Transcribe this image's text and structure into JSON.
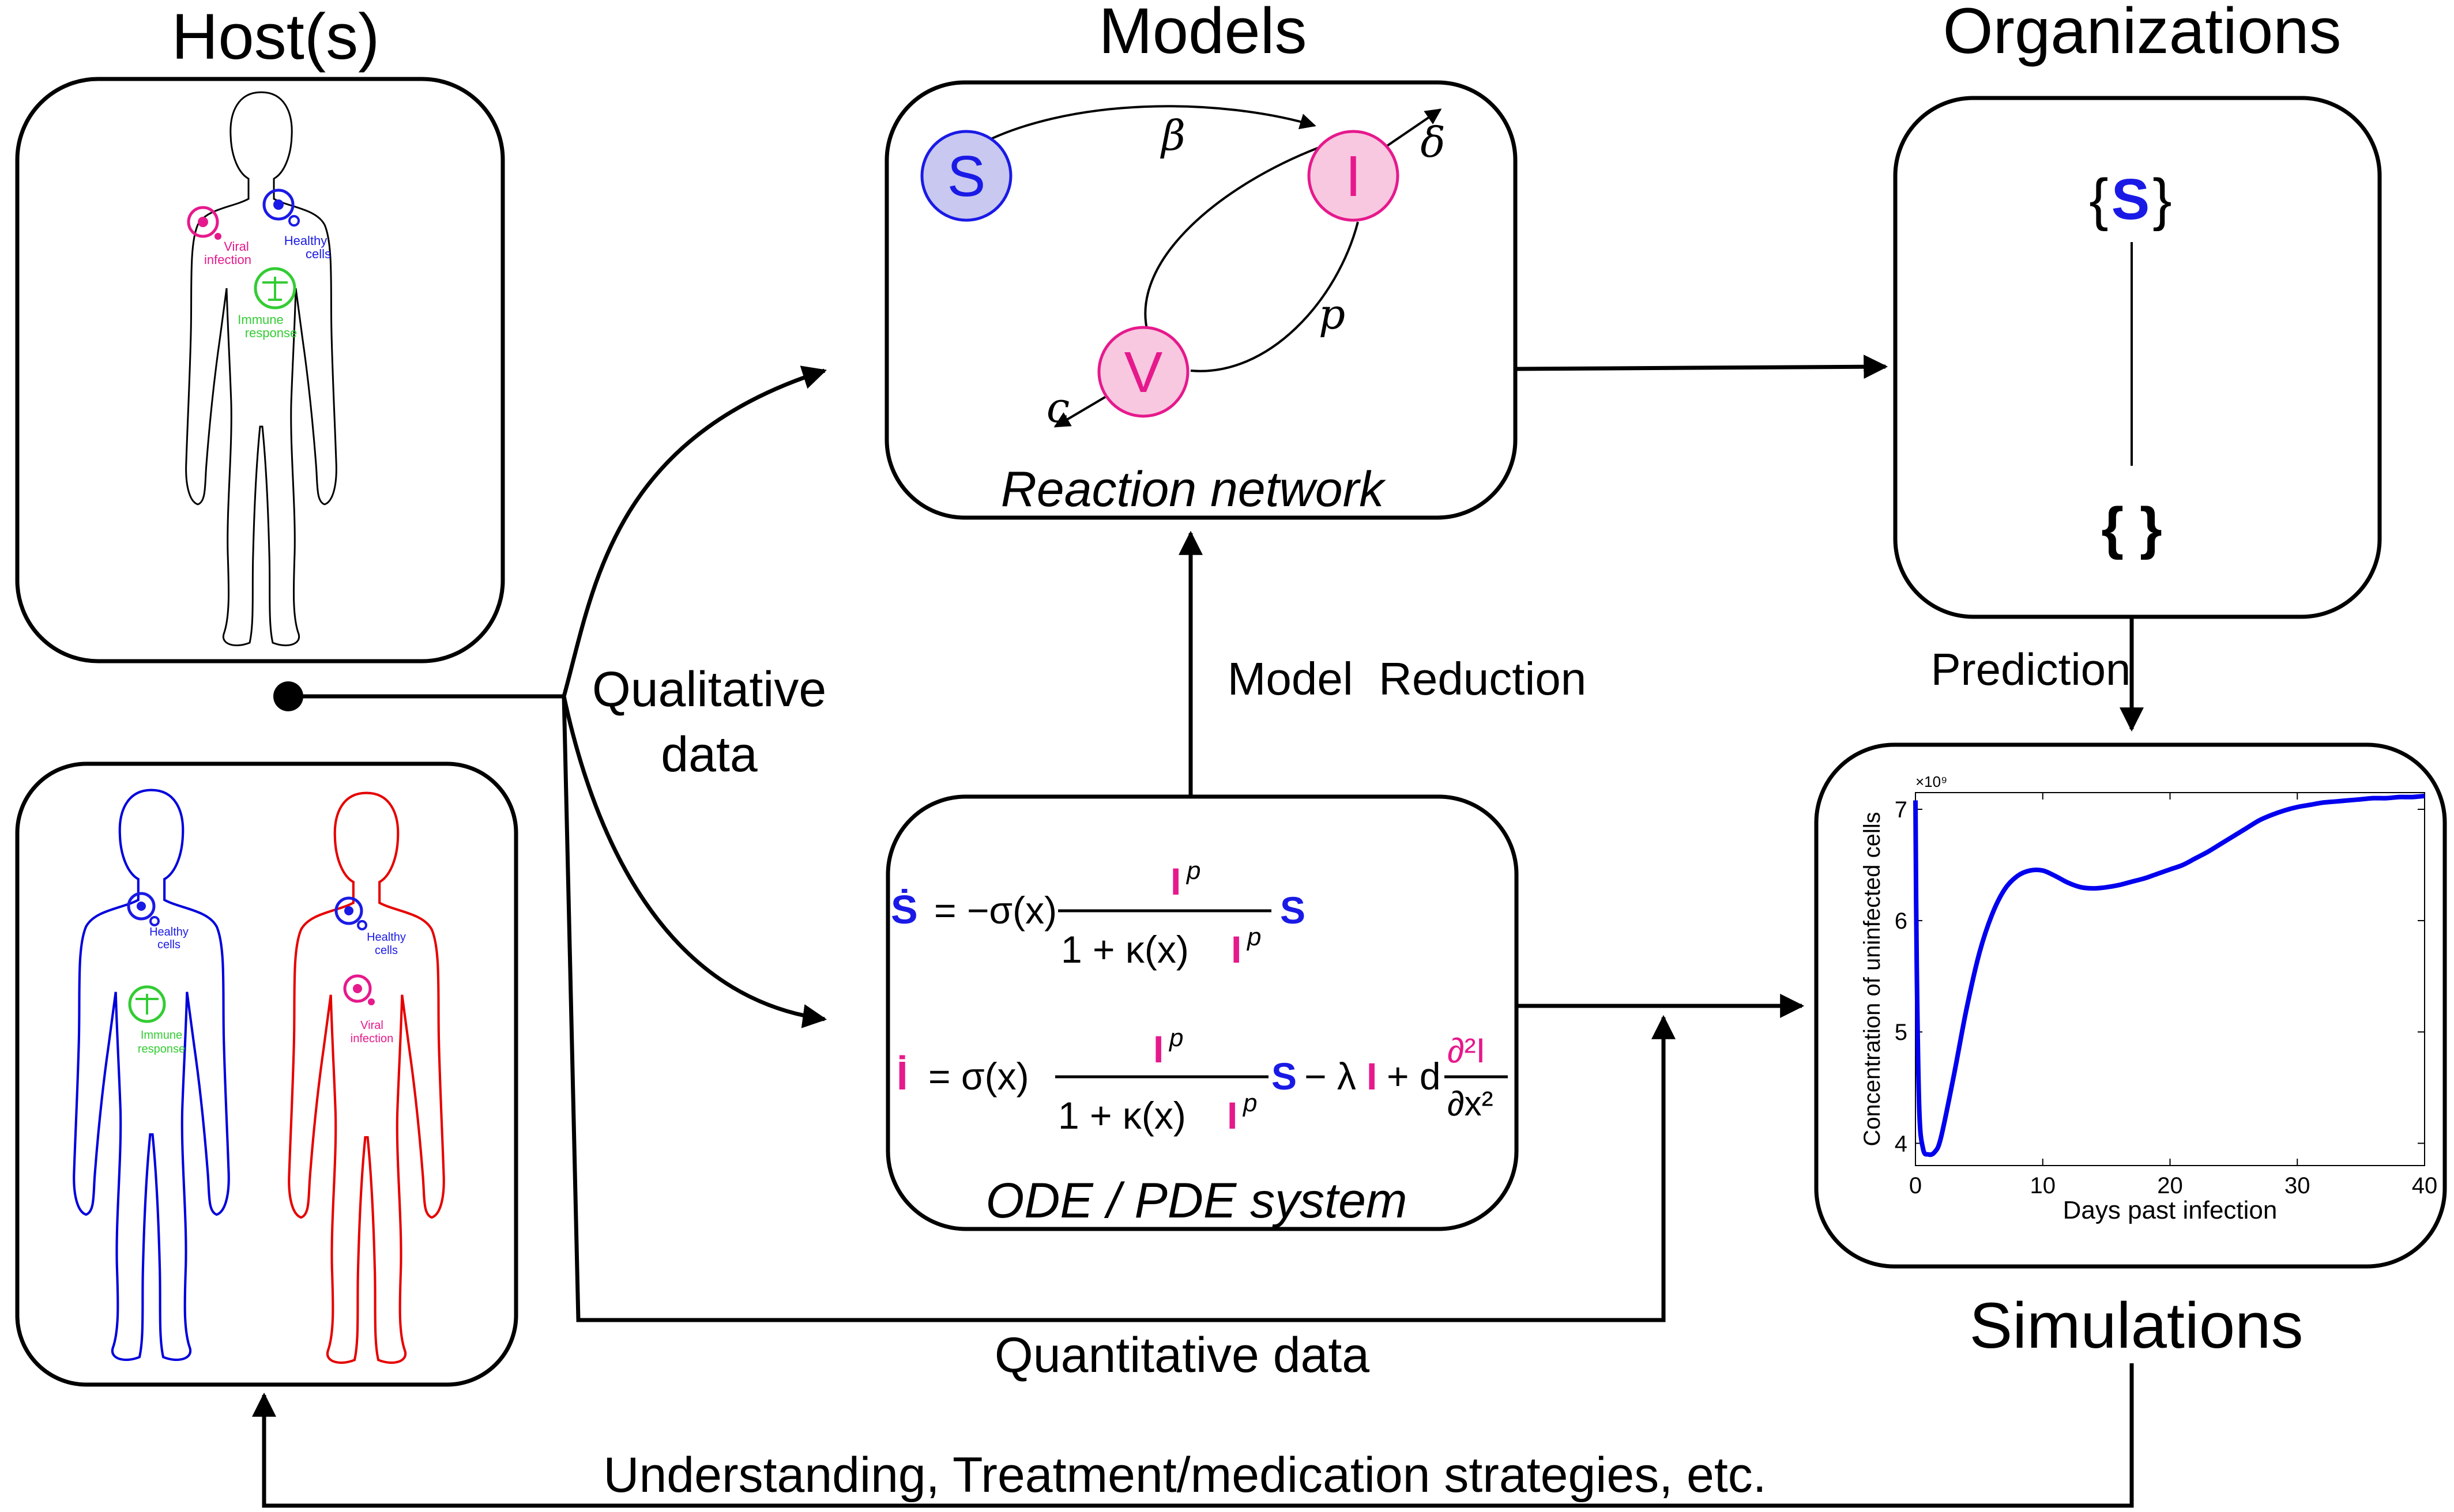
{
  "headings": {
    "hosts": "Host(s)",
    "models": "Models",
    "organizations": "Organizations",
    "simulations": "Simulations"
  },
  "host_labels": {
    "viral_infection": [
      "Viral",
      "infection"
    ],
    "healthy_cells": [
      "Healthy",
      "cells"
    ],
    "immune_response": [
      "Immune",
      "response"
    ]
  },
  "reaction_network": {
    "caption": "Reaction network",
    "nodes": {
      "s": "S",
      "i": "I",
      "v": "V"
    },
    "rates": {
      "beta": "β",
      "delta": "δ",
      "p": "p",
      "c": "c"
    }
  },
  "ode_system": {
    "caption": "ODE / PDE system",
    "eq1": {
      "lhs": "Ṡ",
      "rhs_prefix": "= −σ(x)",
      "num": "I",
      "num_sup": "p",
      "den_prefix": "1 + κ(x)",
      "den_var": "I",
      "den_sup": "p",
      "tail": "S"
    },
    "eq2": {
      "lhs": "İ",
      "rhs_prefix": "= σ(x)",
      "num": "I",
      "num_sup": "p",
      "den_prefix": "1 + κ(x)",
      "den_var": "I",
      "den_sup": "p",
      "tail_s": "S",
      "tail_mid": "− λ",
      "tail_i": "I",
      "tail_plus": "+ d",
      "pde_num": "∂²I",
      "pde_den": "∂x²"
    }
  },
  "organizations": {
    "top": [
      "{",
      "S",
      "}"
    ],
    "bottom": "{ }"
  },
  "flow_labels": {
    "qualitative": [
      "Qualitative",
      "data"
    ],
    "model_reduction": "Model  Reduction",
    "prediction": "Prediction",
    "quantitative": "Quantitative data",
    "feedback": "Understanding, Treatment/medication strategies, etc."
  },
  "colors": {
    "susceptible": "#1a1ae6",
    "infected": "#e6198c",
    "immune": "#33cc33",
    "host_red": "#e60000",
    "host_blue": "#0000dd"
  },
  "chart_data": {
    "type": "line",
    "xlabel": "Days past infection",
    "ylabel": "Concentration of uninfected cells",
    "exponent": "×10⁹",
    "xlim": [
      0,
      40
    ],
    "ylim": [
      3.8,
      7.15
    ],
    "xticks": [
      "0",
      "10",
      "20",
      "30",
      "40"
    ],
    "yticks": [
      "4",
      "5",
      "6",
      "7"
    ],
    "series": [
      {
        "color": "#0000ee",
        "x": [
          0,
          0.1,
          0.3,
          0.6,
          1,
          1.5,
          2,
          3,
          4,
          5,
          6,
          7,
          8,
          9,
          10,
          11,
          12,
          13,
          14,
          15,
          16,
          17,
          18,
          19,
          20,
          21,
          22,
          23,
          24,
          25,
          26,
          27,
          28,
          29,
          30,
          31,
          32,
          33,
          34,
          35,
          36,
          37,
          38,
          39,
          40
        ],
        "y": [
          7.08,
          5.6,
          4.3,
          3.95,
          3.9,
          3.92,
          4.05,
          4.6,
          5.2,
          5.7,
          6.05,
          6.28,
          6.4,
          6.45,
          6.45,
          6.4,
          6.34,
          6.3,
          6.29,
          6.3,
          6.32,
          6.35,
          6.38,
          6.42,
          6.46,
          6.5,
          6.56,
          6.62,
          6.69,
          6.76,
          6.83,
          6.9,
          6.95,
          6.99,
          7.02,
          7.04,
          7.06,
          7.07,
          7.08,
          7.09,
          7.1,
          7.1,
          7.11,
          7.11,
          7.12
        ]
      }
    ]
  }
}
